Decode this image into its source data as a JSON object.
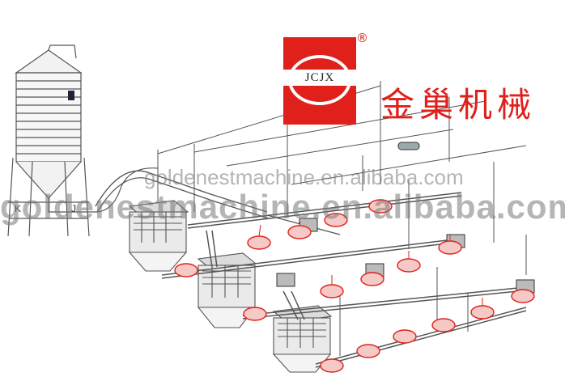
{
  "logo": {
    "text": "JCJX",
    "registered_mark": "®",
    "color": "#e0201b"
  },
  "brand_name_cn": "金巢机械",
  "watermarks": {
    "line1": "goldenestmachine.en.alibaba.com",
    "line2": "goldenestmachine.en.alibaba.com"
  },
  "silo_labels": {
    "left": "K",
    "right": "J"
  },
  "colors": {
    "pan": "#e0201b",
    "line": "#555555",
    "accent": "#e0201b"
  }
}
